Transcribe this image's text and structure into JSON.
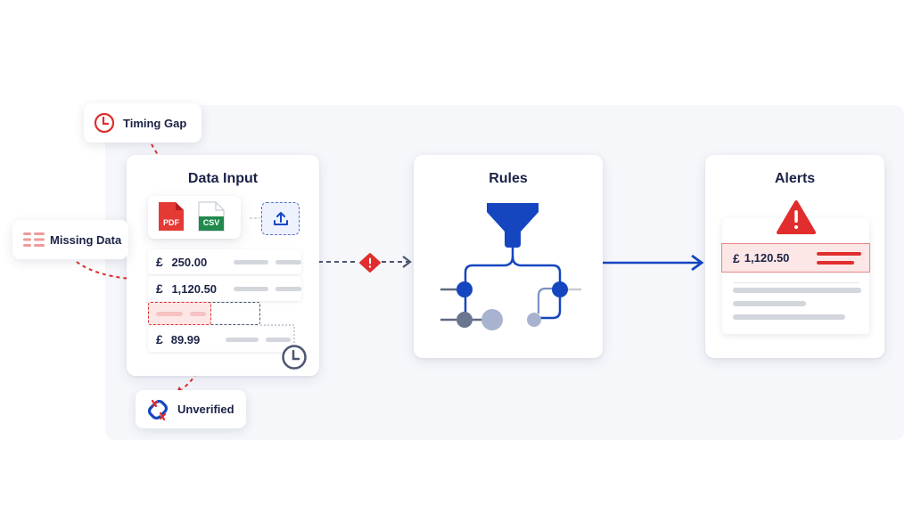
{
  "stages": {
    "data_input": {
      "title": "Data Input"
    },
    "rules": {
      "title": "Rules"
    },
    "alerts": {
      "title": "Alerts"
    }
  },
  "files": {
    "pdf_label": "PDF",
    "csv_label": "CSV"
  },
  "transactions": [
    {
      "currency": "£",
      "amount": "250.00"
    },
    {
      "currency": "£",
      "amount": "1,120.50"
    },
    {
      "currency": "",
      "amount": "",
      "status": "missing"
    },
    {
      "currency": "£",
      "amount": "89.99"
    }
  ],
  "issues": {
    "timing_gap": "Timing Gap",
    "missing_data": "Missing Data",
    "unverified": "Unverified"
  },
  "alert": {
    "currency": "£",
    "amount": "1,120.50"
  },
  "colors": {
    "navy": "#1b2246",
    "brand_blue": "#1546c0",
    "alert_red": "#e12d2d",
    "pdf_red": "#e53935",
    "csv_green": "#1f8a4c",
    "alert_bg": "#fde6e6"
  },
  "icons": [
    "clock-icon",
    "list-icon",
    "broken-link-icon",
    "pdf-file-icon",
    "csv-file-icon",
    "upload-icon",
    "warning-diamond-icon",
    "funnel-icon",
    "warning-triangle-icon"
  ]
}
